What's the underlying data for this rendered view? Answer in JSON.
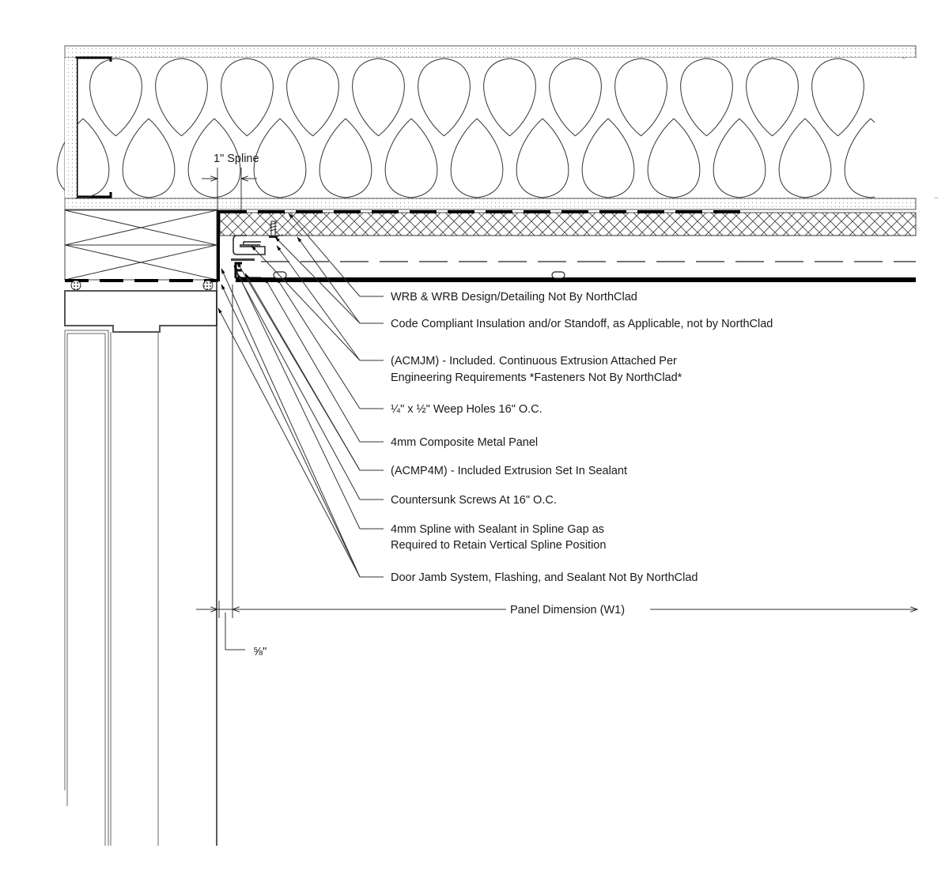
{
  "drawing": {
    "title": "Composite Metal Panel Door Jamb Detail",
    "callouts": [
      {
        "id": "wrb",
        "lines": [
          "WRB & WRB Design/Detailing Not By NorthClad"
        ]
      },
      {
        "id": "insulation",
        "lines": [
          "Code Compliant Insulation and/or Standoff, as Applicable, not by NorthClad"
        ]
      },
      {
        "id": "acmjm",
        "lines": [
          "(ACMJM) - Included. Continuous Extrusion Attached Per",
          "Engineering Requirements *Fasteners Not By NorthClad*"
        ]
      },
      {
        "id": "weep",
        "lines": [
          "¼\" x ½\" Weep Holes 16\" O.C."
        ]
      },
      {
        "id": "panel",
        "lines": [
          "4mm Composite Metal Panel"
        ]
      },
      {
        "id": "acmp4m",
        "lines": [
          "(ACMP4M) - Included Extrusion Set In Sealant"
        ]
      },
      {
        "id": "screws",
        "lines": [
          "Countersunk Screws At 16\" O.C."
        ]
      },
      {
        "id": "spline",
        "lines": [
          "4mm Spline with Sealant in Spline Gap as",
          "Required to Retain Vertical Spline Position"
        ]
      },
      {
        "id": "door-jamb",
        "lines": [
          "Door Jamb System, Flashing, and Sealant Not By NorthClad"
        ]
      }
    ],
    "dimensions": {
      "spline_width": "1\" Spline",
      "panel_dimension": "Panel Dimension (W1)",
      "gap": "⅝\""
    }
  },
  "colors": {
    "line": "#333333",
    "bold": "#000000",
    "background": "#ffffff"
  }
}
